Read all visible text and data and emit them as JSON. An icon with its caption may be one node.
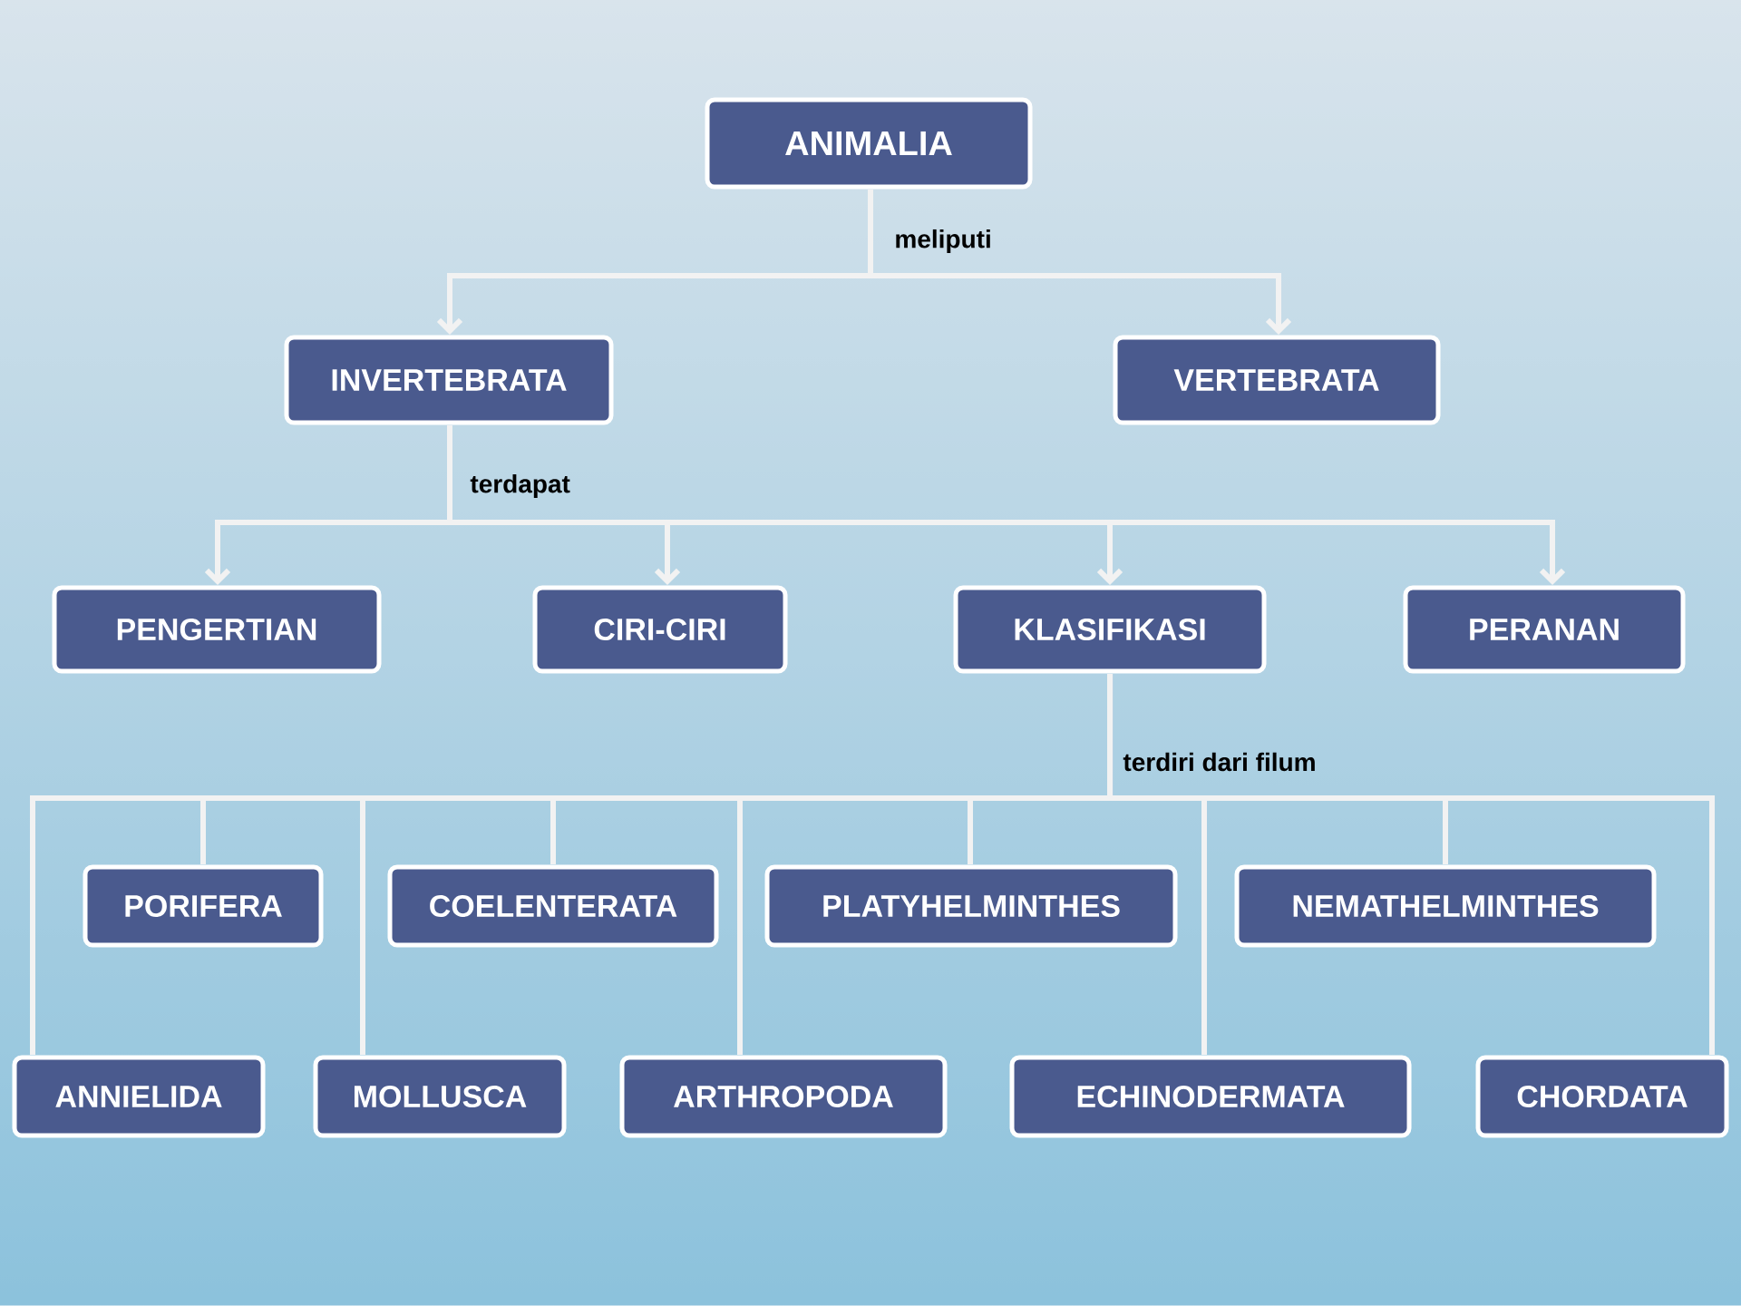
{
  "diagram": {
    "nodes": [
      {
        "text": [
          "ANIMALIA"
        ]
      },
      {
        "text": [
          "INVERTEBRATA"
        ]
      },
      {
        "text": [
          "VERTEBRATA"
        ]
      },
      {
        "text": [
          "PENGERTIAN"
        ]
      },
      {
        "text": [
          "CIRI-CIRI"
        ]
      },
      {
        "text": [
          "KLASIFIKASI"
        ]
      },
      {
        "text": [
          "PERANAN"
        ]
      },
      {
        "text": [
          "PORIFERA"
        ]
      },
      {
        "text": [
          "COELENTERATA"
        ]
      },
      {
        "text": [
          "PLATYHELMINTHES"
        ]
      },
      {
        "text": [
          "NEMATHELMINTHES"
        ]
      },
      {
        "text": [
          "ANNIELIDA"
        ]
      },
      {
        "text": [
          "MOLLUSCA"
        ]
      },
      {
        "text": [
          "ARTHROPODA"
        ]
      },
      {
        "text": [
          "ECHINODERMATA"
        ]
      },
      {
        "text": [
          "CHORDATA"
        ]
      }
    ],
    "edges": [
      {
        "from": 0,
        "to": 1,
        "arrow": "to",
        "label": "meliputi"
      },
      {
        "from": 0,
        "to": 2,
        "arrow": "to"
      },
      {
        "from": 1,
        "to": 3,
        "arrow": "to",
        "label": "terdapat"
      },
      {
        "from": 1,
        "to": 4,
        "arrow": "to"
      },
      {
        "from": 1,
        "to": 5,
        "arrow": "to"
      },
      {
        "from": 1,
        "to": 6,
        "arrow": "to"
      },
      {
        "from": 5,
        "to": 7,
        "arrow": "none",
        "label": "terdiri dari filum"
      },
      {
        "from": 5,
        "to": 8,
        "arrow": "none"
      },
      {
        "from": 5,
        "to": 9,
        "arrow": "none"
      },
      {
        "from": 5,
        "to": 10,
        "arrow": "none"
      },
      {
        "from": 5,
        "to": 11,
        "arrow": "none"
      },
      {
        "from": 5,
        "to": 12,
        "arrow": "none"
      },
      {
        "from": 5,
        "to": 13,
        "arrow": "none"
      },
      {
        "from": 5,
        "to": 14,
        "arrow": "none"
      },
      {
        "from": 5,
        "to": 15,
        "arrow": "none"
      }
    ]
  }
}
